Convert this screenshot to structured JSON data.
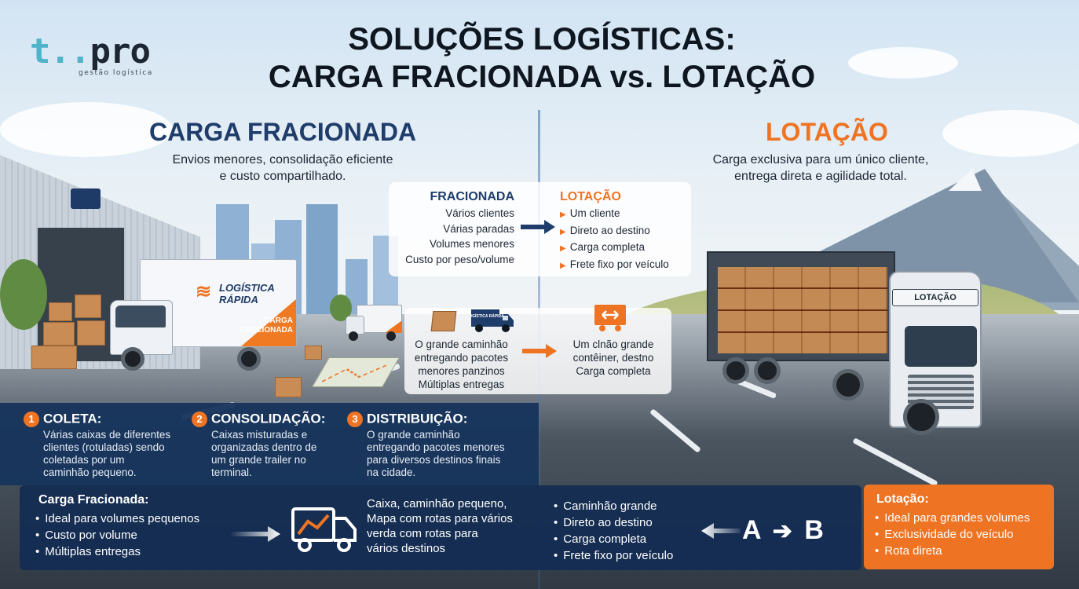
{
  "logo": {
    "main_t": "t..",
    "main_pro": "pro",
    "tagline": "gestão logística"
  },
  "title": {
    "line1": "SOLUÇÕES LOGÍSTICAS:",
    "line2": "CARGA FRACIONADA vs. LOTAÇÃO"
  },
  "left_column": {
    "title": "CARGA FRACIONADA",
    "subtitle_line1": "Envios menores, consolidação eficiente",
    "subtitle_line2": "e custo compartilhado."
  },
  "right_column": {
    "title": "LOTAÇÃO",
    "subtitle_line1": "Carga exclusiva para um único cliente,",
    "subtitle_line2": "entrega direta e agilidade total."
  },
  "comparison": {
    "left_heading": "FRACIONADA",
    "left_items": [
      "Vários clientes",
      "Várias paradas",
      "Volumes menores",
      "Custo por peso/volume"
    ],
    "right_heading": "LOTAÇÃO",
    "right_items": [
      "Um cliente",
      "Direto ao destino",
      "Carga completa",
      "Frete fixo por veículo"
    ]
  },
  "description": {
    "left_lines": [
      "O grande caminhão",
      "entregando pacotes",
      "menores panzinos",
      "Múltiplas entregas"
    ],
    "right_lines": [
      "Um clnão grande",
      "contêiner, destno",
      "Carga completa"
    ],
    "van_label": "LOGÍSTICA RÁPIDA"
  },
  "small_truck": {
    "brand_line1": "LOGÍSTICA",
    "brand_line2": "RÁPIDA",
    "tag_line1": "CARGA",
    "tag_line2": "FRACIONADA"
  },
  "big_truck": {
    "sign": "LOTAÇÃO"
  },
  "steps": [
    {
      "number": "1",
      "title": "COLETA:",
      "text": [
        "Várias caixas de diferentes",
        "clientes (rotuladas) sendo",
        "coletadas por um",
        "caminhão pequeno."
      ]
    },
    {
      "number": "2",
      "title": "CONSOLIDAÇÃO:",
      "text": [
        "Caixas misturadas e",
        "organizadas dentro de",
        "um grande trailer no",
        "terminal."
      ]
    },
    {
      "number": "3",
      "title": "DISTRIBUIÇÃO:",
      "text": [
        "O grande caminhão",
        "entregando pacotes menores",
        "para diversos destinos finais",
        "na cidade."
      ]
    }
  ],
  "bottom": {
    "fracionada_title": "Carga Fracionada:",
    "fracionada_items": [
      "Ideal para volumes pequenos",
      "Custo por volume",
      "Múltiplas entregas"
    ],
    "middle_lines": [
      "Caixa, caminhão pequeno,",
      "Mapa com rotas para vários",
      "verda com rotas para",
      "vários destinos"
    ],
    "lotacao_items": [
      "Caminhão grande",
      "Direto ao destino",
      "Carga completa",
      "Frete fixo por veículo"
    ],
    "route_a": "A",
    "route_b": "B"
  },
  "lotacao_card": {
    "title": "Lotação:",
    "items": [
      "Ideal para grandes volumes",
      "Exclusividade do veículo",
      "Rota direta"
    ]
  },
  "colors": {
    "navy": "#1f3d6b",
    "orange": "#ee7424",
    "teal": "#4fb3c9"
  }
}
